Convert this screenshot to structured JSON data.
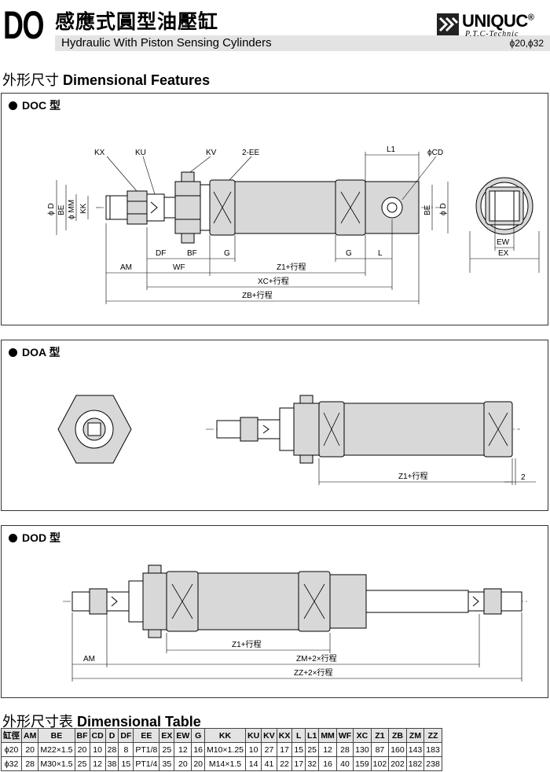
{
  "header": {
    "series": "DO",
    "title_cn": "感應式圓型油壓缸",
    "title_en": "Hydraulic With Piston Sensing Cylinders",
    "brand": "UNIQUC",
    "brand_mark": "®",
    "brand_sub": "P.T.C-Technic",
    "size_range": "ϕ20,ϕ32"
  },
  "section": {
    "title_cn": "外形尺寸 ",
    "title_en": "Dimensional Features"
  },
  "doc": {
    "label": "DOC 型",
    "labels": {
      "kx": "KX",
      "ku": "KU",
      "kv": "KV",
      "ee": "2-EE",
      "l1": "L1",
      "cd": "ϕCD",
      "d_left": "ϕ D",
      "be_left": "BE",
      "mm": "ϕ MM",
      "kk": "KK",
      "be_right": "BE",
      "d_right": "ϕ D",
      "df": "DF",
      "bf": "BF",
      "g1": "G",
      "g2": "G",
      "l": "L",
      "am": "AM",
      "wf": "WF",
      "z1": "Z1+行程",
      "xc": "XC+行程",
      "zb": "ZB+行程",
      "ew": "EW",
      "ex": "EX"
    }
  },
  "doa": {
    "label": "DOA 型",
    "labels": {
      "z1": "Z1+行程",
      "two": "2"
    }
  },
  "dod": {
    "label": "DOD 型",
    "labels": {
      "z1": "Z1+行程",
      "am": "AM",
      "zm": "ZM+2×行程",
      "zz": "ZZ+2×行程"
    }
  },
  "table": {
    "title_cn": "外形尺寸表 ",
    "title_en": "Dimensional Table",
    "headers": [
      "缸徑",
      "AM",
      "BE",
      "BF",
      "CD",
      "D",
      "DF",
      "EE",
      "EX",
      "EW",
      "G",
      "KK",
      "KU",
      "KV",
      "KX",
      "L",
      "L1",
      "MM",
      "WF",
      "XC",
      "Z1",
      "ZB",
      "ZM",
      "ZZ"
    ],
    "rows": [
      [
        "ϕ20",
        "20",
        "M22×1.5",
        "20",
        "10",
        "28",
        "8",
        "PT1/8",
        "25",
        "12",
        "16",
        "M10×1.25",
        "10",
        "27",
        "17",
        "15",
        "25",
        "12",
        "28",
        "130",
        "87",
        "160",
        "143",
        "183"
      ],
      [
        "ϕ32",
        "28",
        "M30×1.5",
        "25",
        "12",
        "38",
        "15",
        "PT1/4",
        "35",
        "20",
        "20",
        "M14×1.5",
        "14",
        "41",
        "22",
        "17",
        "32",
        "16",
        "40",
        "159",
        "102",
        "202",
        "182",
        "238"
      ]
    ]
  },
  "colors": {
    "cylinder_fill": "#d8d8d8",
    "header_band": "#e3e3e3",
    "line": "#000000"
  }
}
